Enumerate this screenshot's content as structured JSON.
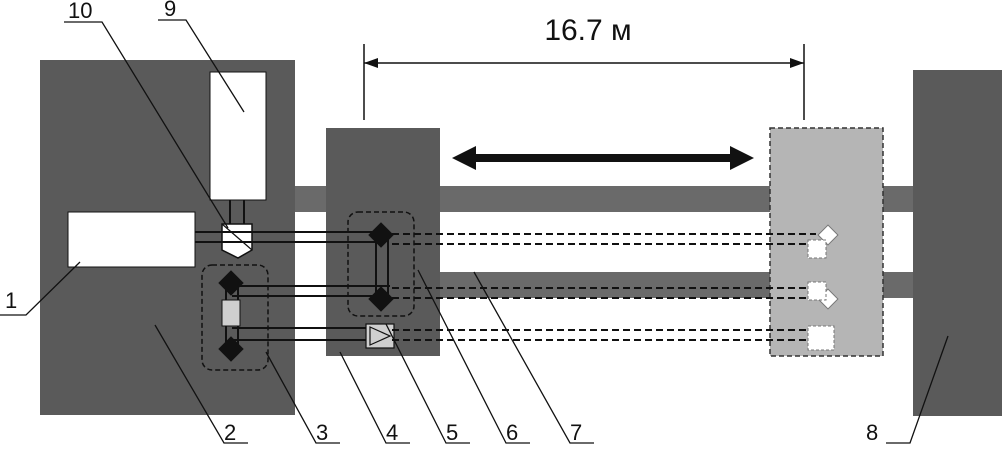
{
  "distance_label": "16.7 м",
  "callouts": [
    {
      "id": "label-1",
      "text": "1"
    },
    {
      "id": "label-2",
      "text": "2"
    },
    {
      "id": "label-3",
      "text": "3"
    },
    {
      "id": "label-4",
      "text": "4"
    },
    {
      "id": "label-5",
      "text": "5"
    },
    {
      "id": "label-6",
      "text": "6"
    },
    {
      "id": "label-7",
      "text": "7"
    },
    {
      "id": "label-8",
      "text": "8"
    },
    {
      "id": "label-9",
      "text": "9"
    },
    {
      "id": "label-10",
      "text": "10"
    }
  ],
  "colors": {
    "dark_block": "#5a5a5a",
    "rail": "#6a6a6a",
    "carriage_light": "#b5b5b5",
    "white": "#ffffff",
    "black": "#111111"
  }
}
